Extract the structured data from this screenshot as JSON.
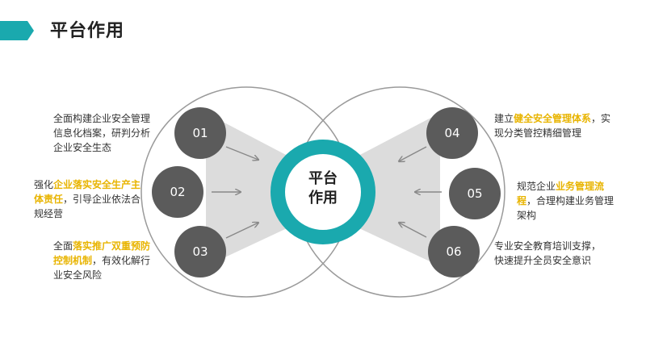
{
  "title": "平台作用",
  "center": {
    "line1": "平台",
    "line2": "作用"
  },
  "colors": {
    "accent": "#1aa9ae",
    "node": "#5b5b5b",
    "highlight": "#e8b400",
    "beam": "#dcdcdc",
    "outline": "#9a9a9a"
  },
  "nodes": [
    {
      "id": "01",
      "parts": [
        {
          "t": "全面构建企业安全管理信息化档案，研判分析企业安全生态",
          "h": false
        }
      ]
    },
    {
      "id": "02",
      "parts": [
        {
          "t": "强化",
          "h": false
        },
        {
          "t": "企业落实安全生产主体责任",
          "h": true
        },
        {
          "t": "，引导企业依法合规经营",
          "h": false
        }
      ]
    },
    {
      "id": "03",
      "parts": [
        {
          "t": "全面",
          "h": false
        },
        {
          "t": "落实推广双重预防控制机制",
          "h": true
        },
        {
          "t": "，有效化解行业安全风险",
          "h": false
        }
      ]
    },
    {
      "id": "04",
      "parts": [
        {
          "t": "建立",
          "h": false
        },
        {
          "t": "健全安全管理体系",
          "h": true
        },
        {
          "t": "，实现分类管控精细管理",
          "h": false
        }
      ]
    },
    {
      "id": "05",
      "parts": [
        {
          "t": "规范企业",
          "h": false
        },
        {
          "t": "业务管理流程",
          "h": true
        },
        {
          "t": "，合理构建业务管理架构",
          "h": false
        }
      ]
    },
    {
      "id": "06",
      "parts": [
        {
          "t": "专业安全教育培训支撑，快速提升全员安全意识",
          "h": false
        }
      ]
    }
  ]
}
